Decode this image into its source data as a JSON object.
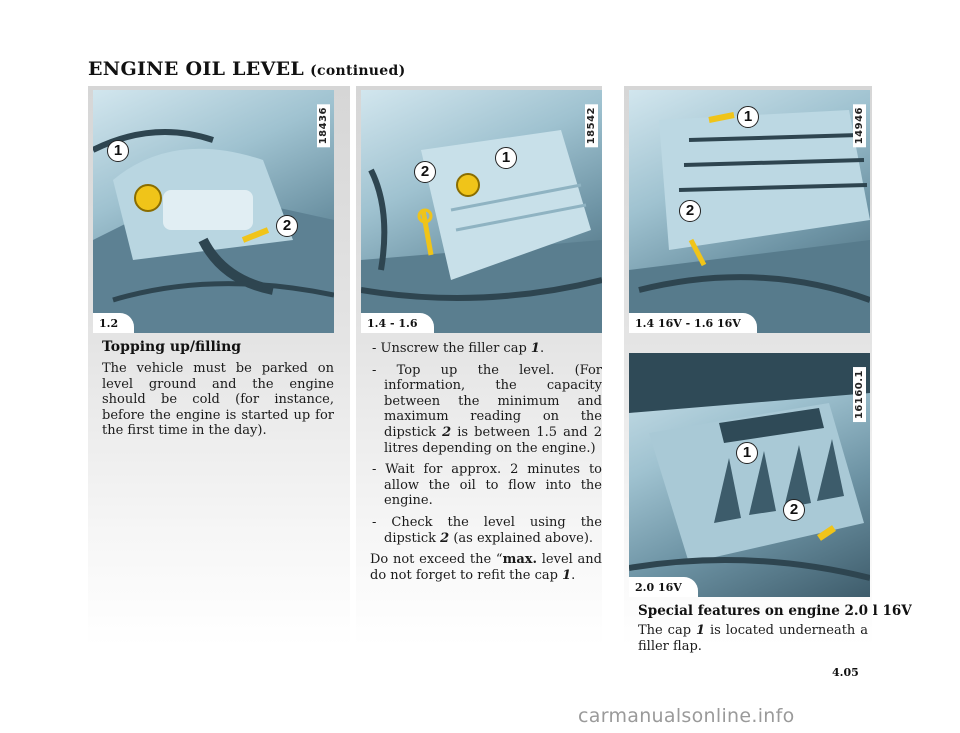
{
  "header": {
    "title": "ENGINE OIL LEVEL",
    "continued": "(continued)"
  },
  "photos": [
    {
      "variant": "1.2",
      "code": "18436",
      "callouts": [
        "1",
        "2"
      ]
    },
    {
      "variant": "1.4 - 1.6",
      "code": "18542",
      "callouts": [
        "2",
        "1"
      ]
    },
    {
      "variant": "1.4 16V - 1.6 16V",
      "code": "14946",
      "callouts": [
        "1",
        "2"
      ]
    },
    {
      "variant": "2.0 16V",
      "code": "16160.1",
      "callouts": [
        "1",
        "2"
      ]
    }
  ],
  "left_column": {
    "heading": "Topping up/filling",
    "paragraph": "The vehicle must be parked on level ground and the engine should be cold (for instance, before the engine is started up for the first time in the day)."
  },
  "middle_column": {
    "step1_a": "- Unscrew the filler cap ",
    "step1_ref": "1",
    "step1_b": ".",
    "step2_a": "- Top up the level. (For information, the capacity between the minimum and maximum reading on the dipstick ",
    "step2_ref": "2",
    "step2_b": " is between 1.5 and 2 litres depending on the engine.)",
    "step3": "- Wait for approx. 2 minutes to allow the oil to flow into the engine.",
    "step4_a": "- Check the level using the dipstick ",
    "step4_ref": "2",
    "step4_b": " (as explained above).",
    "note_a": "Do not exceed the “",
    "note_bold": "max.",
    "note_b": " level and do not forget to refit the cap ",
    "note_ref": "1",
    "note_c": "."
  },
  "right_column": {
    "heading": "Special features on engine 2.0 l 16V",
    "paragraph_a": "The cap ",
    "paragraph_ref": "1",
    "paragraph_b": " is located underneath a filler flap."
  },
  "footer": {
    "page_number": "4.05",
    "watermark": "carmanualsonline.info"
  },
  "colors": {
    "cap_yellow": "#f0c419",
    "shade_gray": "#d6d6d6"
  }
}
